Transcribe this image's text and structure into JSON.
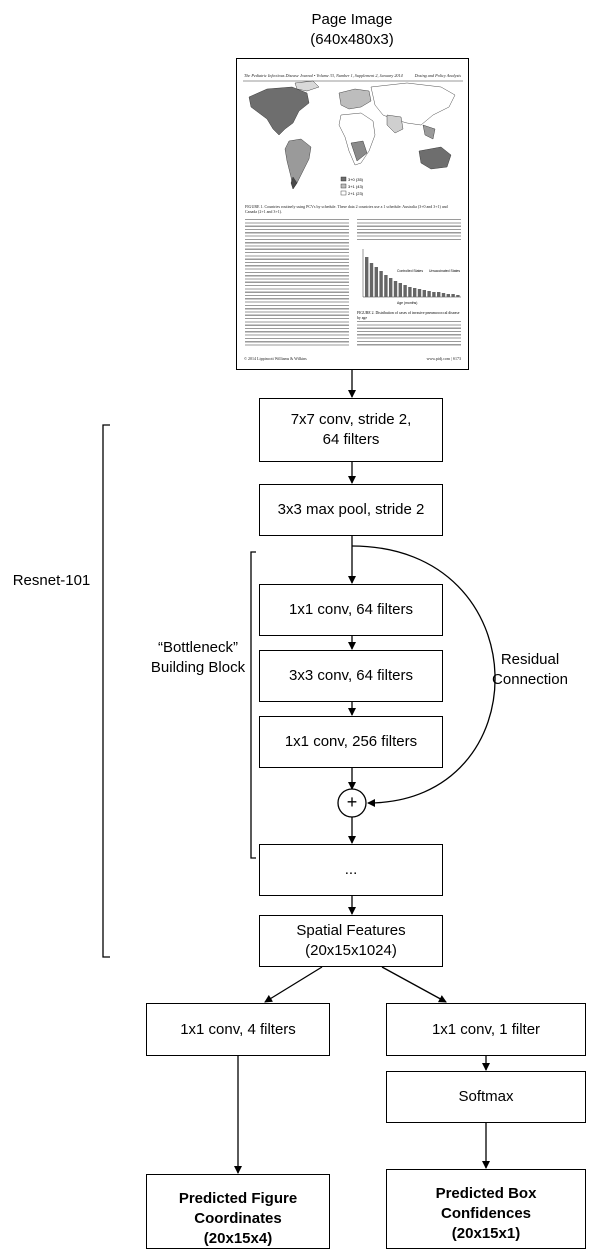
{
  "page_image": {
    "title": "Page Image",
    "dims": "(640x480x3)",
    "journal_header": "The Pediatric Infectious Disease Journal • Volume 33, Number 1, Supplement 2, January 2014",
    "journal_section": "Dosing and Policy Analysis",
    "legend_items": [
      "3+0 (35)",
      "3+1 (43)",
      "2+1 (23)"
    ],
    "figure1_caption": "FIGURE 1. Countries routinely using PCVs by schedule. These data 2 countries use a 1 schedule: Australia (3+0 and 3+1) and Canada (2+1 and 3+1).",
    "chart_legend": [
      "Controlled States",
      "Unvaccinated States"
    ],
    "chart_xlabel": "Age (months)",
    "figure2_caption": "FIGURE 2. Distribution of cases of invasive pneumococcal disease by age",
    "copyright": "© 2014 Lippincott Williams & Wilkins",
    "footer_right": "www.pidj.com | S173"
  },
  "labels": {
    "resnet": "Resnet-101",
    "bottleneck_line1": "“Bottleneck”",
    "bottleneck_line2": "Building Block",
    "residual_line1": "Residual",
    "residual_line2": "Connection",
    "plus": "+"
  },
  "boxes": {
    "conv7_line1": "7x7 conv, stride 2,",
    "conv7_line2": "64 filters",
    "maxpool": "3x3 max pool, stride 2",
    "conv1x1_64": "1x1 conv, 64 filters",
    "conv3x3_64": "3x3 conv, 64 filters",
    "conv1x1_256": "1x1 conv, 256 filters",
    "ellipsis": "...",
    "spatial_line1": "Spatial Features",
    "spatial_line2": "(20x15x1024)",
    "conv_4filters": "1x1 conv, 4 filters",
    "conv_1filter": "1x1 conv, 1 filter",
    "softmax": "Softmax",
    "pred_coords_line1": "Predicted Figure",
    "pred_coords_line2": "Coordinates",
    "pred_coords_line3": "(20x15x4)",
    "pred_conf_line1": "Predicted Box",
    "pred_conf_line2": "Confidences",
    "pred_conf_line3": "(20x15x1)"
  }
}
